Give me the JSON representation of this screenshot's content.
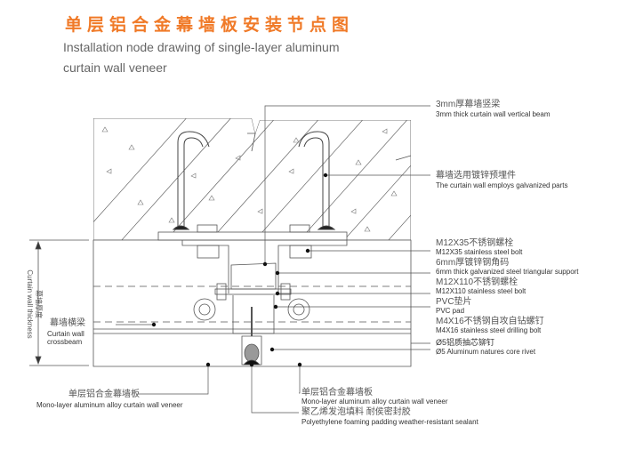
{
  "title": "单层铝合金幕墙板安装节点图",
  "subtitle_line1": "Installation node drawing of single-layer aluminum",
  "subtitle_line2": "curtain wall veneer",
  "dimension": {
    "cn": "幕墙厚度",
    "en": "Curtain wall thickness"
  },
  "labels": {
    "vertical_beam": {
      "cn": "3mm厚幕墙竖梁",
      "en": "3mm thick curtain wall vertical beam"
    },
    "embedded": {
      "cn": "幕墙选用镀锌预埋件",
      "en": "The curtain wall employs galvanized parts"
    },
    "bolt35": {
      "cn": "M12X35不锈钢螺栓",
      "en": "M12X35 stainless steel bolt"
    },
    "support": {
      "cn": "6mm厚镀锌钢角码",
      "en": "6mm thick galvanized steel triangular support"
    },
    "bolt110": {
      "cn": "M12X110不锈钢螺栓",
      "en": "M12X110 stainless steel bolt"
    },
    "pvc": {
      "cn": "PVC垫片",
      "en": "PVC pad"
    },
    "drill": {
      "cn": "M4X16不锈钢自攻自钻螺钉",
      "en": "M4X16 stainless steel drilling bolt"
    },
    "rivet": {
      "cn": "Ø5铝质抽芯铆钉",
      "en": "Ø5 Aluminum natures core rivet"
    },
    "crossbeam": {
      "cn": "幕墙横梁",
      "en1": "Curtain wall",
      "en2": "crossbeam"
    },
    "veneer_left": {
      "cn": "单层铝合金幕墙板",
      "en": "Mono-layer aluminum alloy curtain wall veneer"
    },
    "veneer_right": {
      "cn": "单层铝合金幕墙板",
      "en": "Mono-layer aluminum alloy curtain wall veneer"
    },
    "sealant": {
      "cn": "聚乙烯发泡填料   耐侯密封胶",
      "en": "Polyethylene foaming padding weather-resistant sealant"
    }
  },
  "colors": {
    "title": "#f07a28",
    "line": "#555555"
  }
}
